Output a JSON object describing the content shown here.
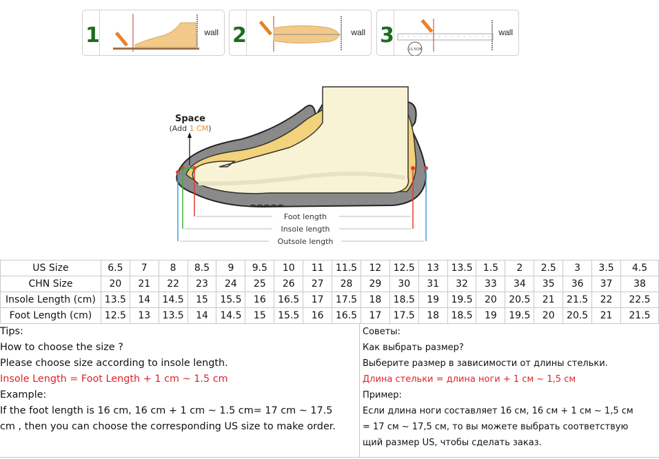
{
  "steps": [
    {
      "number": "1",
      "wall_label": "wall"
    },
    {
      "number": "2",
      "wall_label": "wall"
    },
    {
      "number": "3",
      "wall_label": "wall",
      "ruler_reading": "11.5CM"
    }
  ],
  "diagram": {
    "space_label": "Space",
    "space_note_prefix": "(Add ",
    "space_note_value": "1 CM",
    "space_note_suffix": ")",
    "foot_length_label": "Foot length",
    "insole_length_label": "Insole length",
    "outsole_length_label": "Outsole length",
    "colors": {
      "sole": "#7a7a7a",
      "foot": "#f7f3d4",
      "insole": "#f2d27a",
      "foot_line": "#e23b2e",
      "insole_line": "#3cb043",
      "outsole_line": "#3aa0d8",
      "accent": "#f08a2a"
    }
  },
  "size_table": {
    "rows": [
      {
        "label": "US Size",
        "values": [
          "6.5",
          "7",
          "8",
          "8.5",
          "9",
          "9.5",
          "10",
          "11",
          "11.5",
          "12",
          "12.5",
          "13",
          "13.5",
          "1.5",
          "2",
          "2.5",
          "3",
          "3.5",
          "4.5"
        ]
      },
      {
        "label": "CHN Size",
        "values": [
          "20",
          "21",
          "22",
          "23",
          "24",
          "25",
          "26",
          "27",
          "28",
          "29",
          "30",
          "31",
          "32",
          "33",
          "34",
          "35",
          "36",
          "37",
          "38"
        ]
      },
      {
        "label": "Insole Length (cm)",
        "values": [
          "13.5",
          "14",
          "14.5",
          "15",
          "15.5",
          "16",
          "16.5",
          "17",
          "17.5",
          "18",
          "18.5",
          "19",
          "19.5",
          "20",
          "20.5",
          "21",
          "21.5",
          "22",
          "22.5"
        ]
      },
      {
        "label": "Foot Length (cm)",
        "values": [
          "12.5",
          "13",
          "13.5",
          "14",
          "14.5",
          "15",
          "15.5",
          "16",
          "16.5",
          "17",
          "17.5",
          "18",
          "18.5",
          "19",
          "19.5",
          "20",
          "20.5",
          "21",
          "21.5"
        ]
      }
    ]
  },
  "tips_en": {
    "title": "Tips:",
    "question": "How to choose the size ?",
    "instruction": "Please choose size according to insole length.",
    "formula": "Insole Length = Foot Length + 1 cm ~ 1.5 cm",
    "example_title": "Example:",
    "example_line1": "If the foot length is 16 cm, 16 cm + 1 cm ~ 1.5 cm= 17 cm ~ 17.5",
    "example_line2": "cm , then you can choose the corresponding US size to make order."
  },
  "tips_ru": {
    "title": "Советы:",
    "question": "Как выбрать размер?",
    "instruction": "Выберите размер в зависимости от длины стельки.",
    "formula": "Длина стельки = длина ноги + 1 см ~ 1,5 см",
    "example_title": "Пример:",
    "example_line1": "Если длина ноги составляет 16 см, 16 см + 1 см ~ 1,5 см",
    "example_line2": "= 17 см ~ 17,5 см, то вы можете выбрать соответствую",
    "example_line3": "щий размер US, чтобы сделать заказ."
  }
}
